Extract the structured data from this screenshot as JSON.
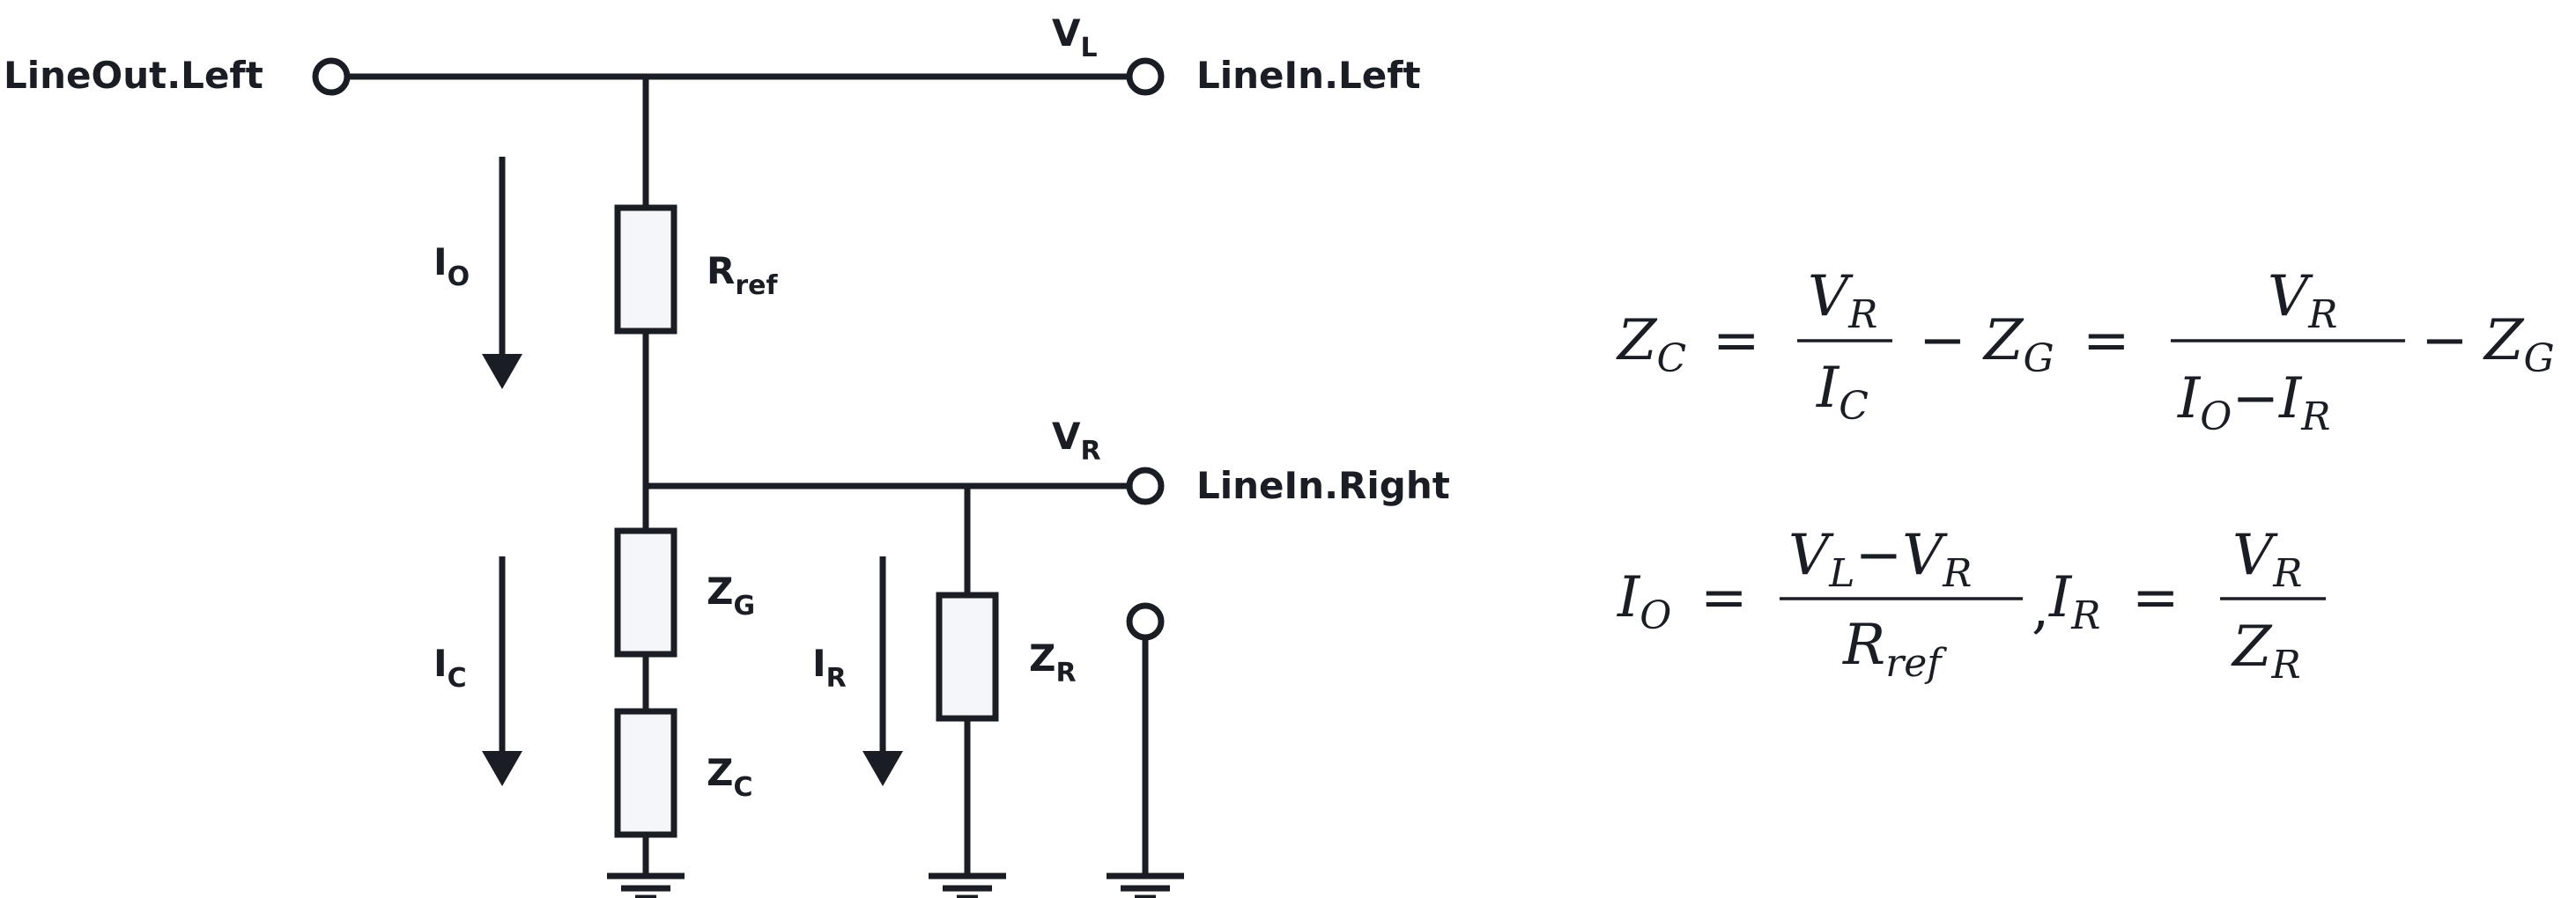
{
  "terminals": {
    "lineout_left": "LineOut.Left",
    "linein_left": "LineIn.Left",
    "linein_right": "LineIn.Right"
  },
  "labels": {
    "v": "V",
    "l": "L",
    "r": "R",
    "i": "I",
    "o": "O",
    "c": "C",
    "z": "Z",
    "g": "G",
    "ref": "ref"
  },
  "equations": {
    "eq1": {
      "equals": "=",
      "minus": "−"
    },
    "eq2": {
      "equals": "=",
      "minus": "−",
      "comma": ","
    }
  },
  "colors": {
    "ink": "#1a1d23",
    "component_fill": "#f5f6fa",
    "background": "#ffffff"
  }
}
